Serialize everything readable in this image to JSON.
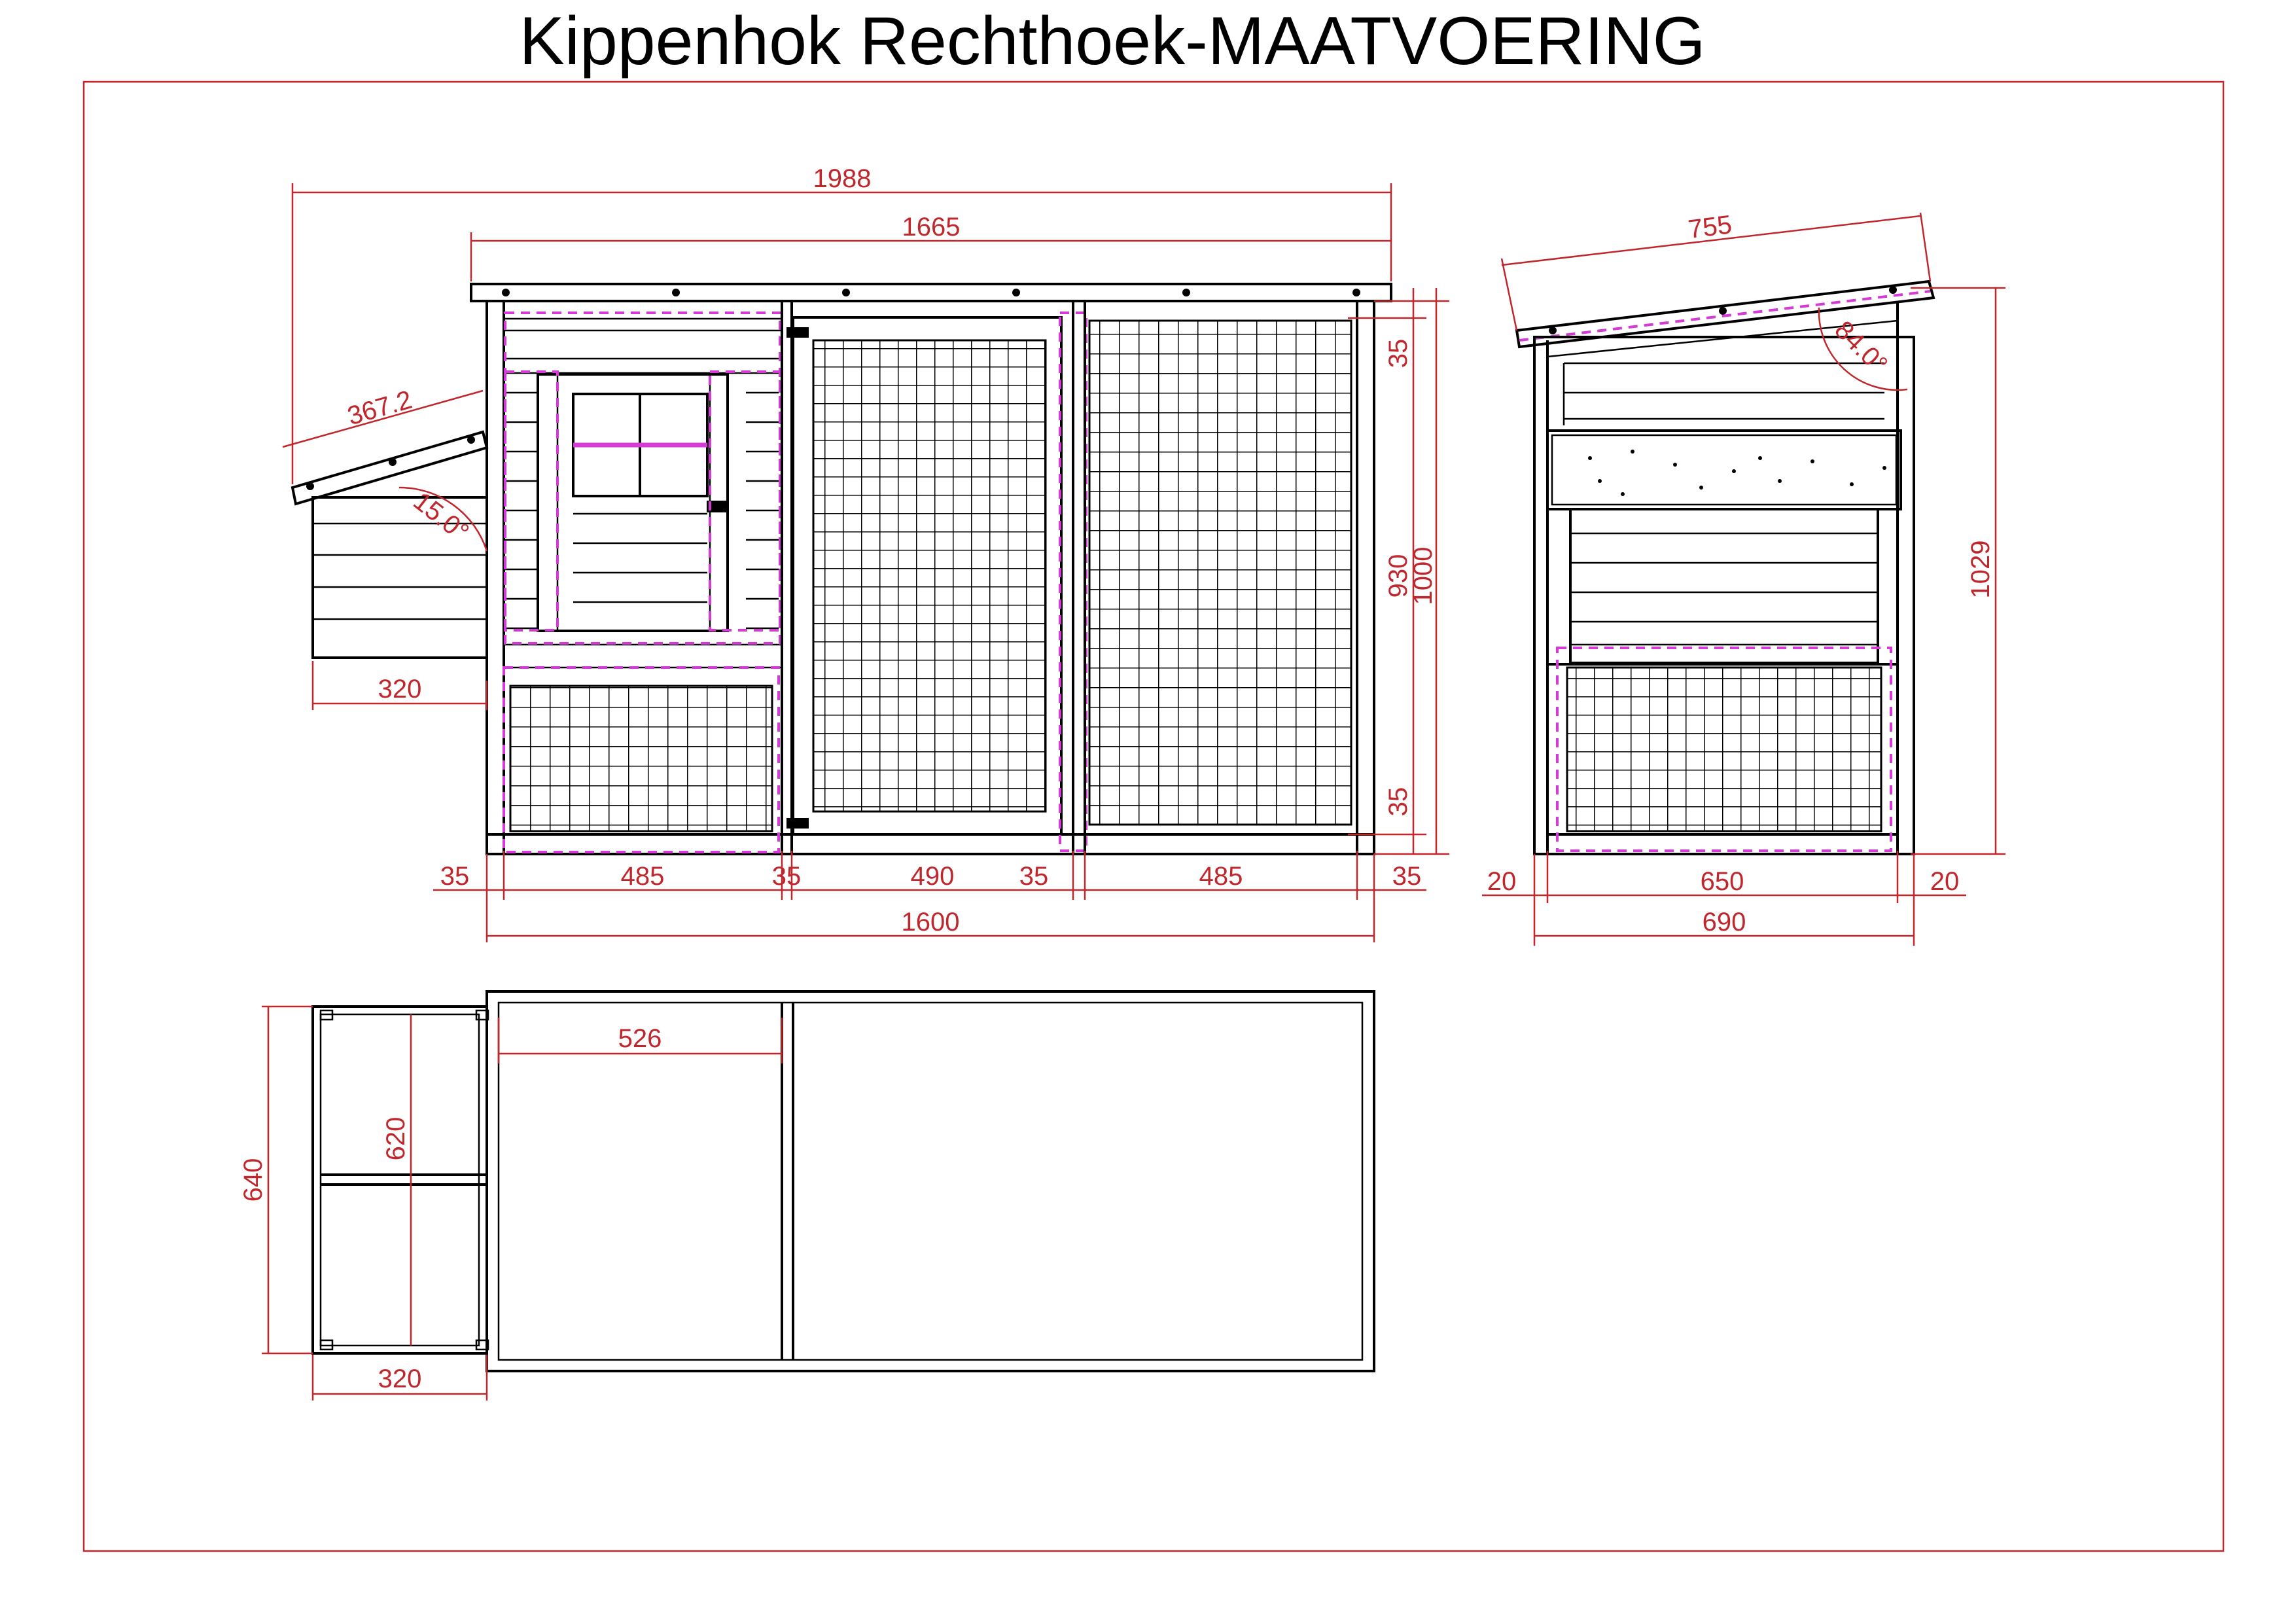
{
  "title": "Kippenhok Rechthoek-MAATVOERING",
  "colors": {
    "dimension": "#c0272d",
    "outline": "#000000",
    "hidden": "#d63ad6",
    "frame": "#c0272d"
  },
  "front_view": {
    "overall_roof_width": "1988",
    "roof_width": "1665",
    "nest_roof_length": "367.2",
    "nest_roof_angle": "15.0°",
    "nest_box_depth": "320",
    "top_rail": "35",
    "inner_height": "930",
    "total_height": "1000",
    "bottom_rail": "35",
    "segments": [
      "35",
      "485",
      "35",
      "490",
      "35",
      "485",
      "35"
    ],
    "overall_width": "1600"
  },
  "side_view": {
    "roof_length": "755",
    "roof_angle": "84.0°",
    "total_height": "1029",
    "left_post": "20",
    "inner_width": "650",
    "right_post": "20",
    "overall_width": "690"
  },
  "top_view": {
    "nest_box_depth_total": "640",
    "nest_box_inner_depth": "620",
    "nest_box_width": "320",
    "house_width": "526"
  }
}
